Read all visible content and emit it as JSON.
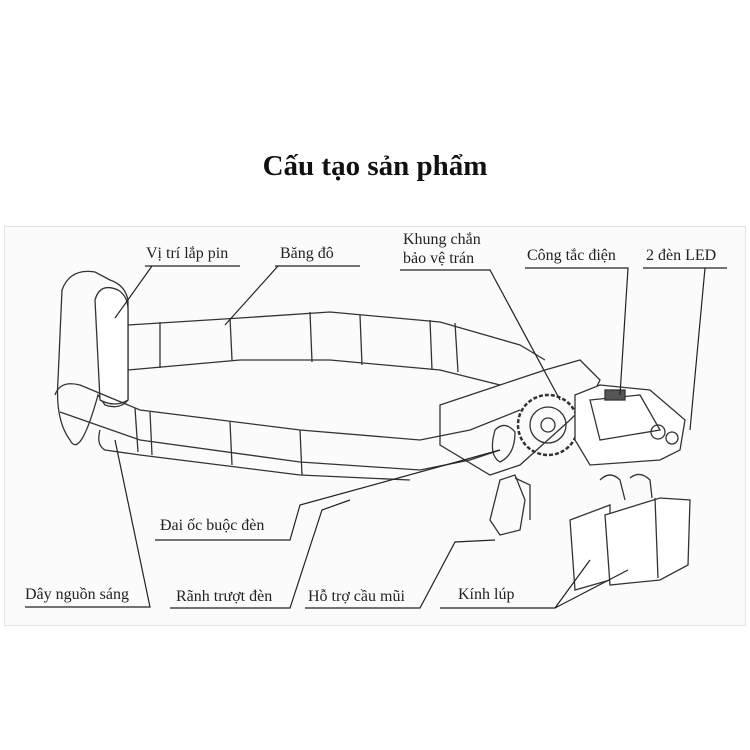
{
  "title": "Cấu tạo sản phẩm",
  "labels": {
    "battery": "Vị trí lắp pin",
    "headband": "Băng đô",
    "forehead_guard_1": "Khung chắn",
    "forehead_guard_2": "bảo vệ trán",
    "switch": "Công tắc điện",
    "leds": "2 đèn LED",
    "lamp_nut": "Đai ốc buộc đèn",
    "power_cord": "Dây nguồn sáng",
    "slide_rail": "Rãnh trượt đèn",
    "nose_support": "Hỗ trợ cầu mũi",
    "magnifier": "Kính lúp"
  }
}
